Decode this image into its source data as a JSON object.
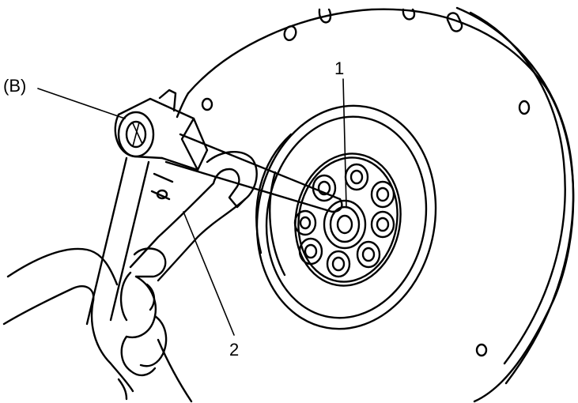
{
  "callouts": {
    "tool": "(B)",
    "part_1": "1",
    "part_2": "2"
  },
  "colors": {
    "ink": "#000000",
    "paper": "#ffffff"
  }
}
